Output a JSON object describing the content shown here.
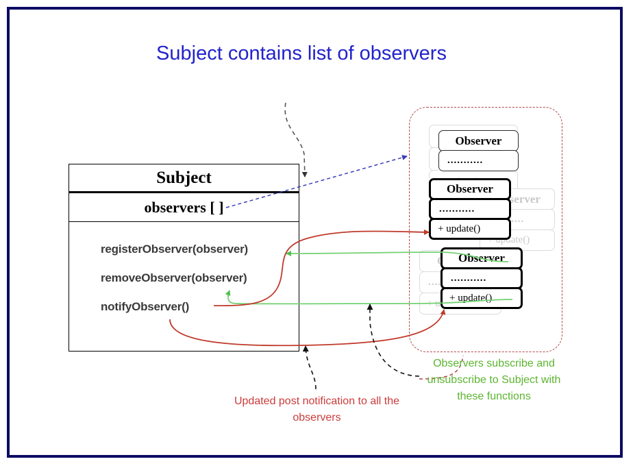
{
  "slide": {
    "title": "Subject contains list of observers",
    "border_color": "#0b0b63",
    "title_color": "#2222cc"
  },
  "subject": {
    "name": "Subject",
    "fields": "observers [ ]",
    "methods": [
      "registerObserver(observer)",
      "removeObserver(observer)",
      "notifyObserver()"
    ]
  },
  "observers": {
    "container_style": "dashed",
    "container_color": "#b14545",
    "cards": [
      {
        "name": "Observer",
        "dots": "...........",
        "update": "+ update()",
        "weight": "faint"
      },
      {
        "name": "Observer",
        "dots": "...........",
        "update": "+ update()",
        "weight": "mid"
      },
      {
        "name": "Observer",
        "dots": "...........",
        "update": "+ update()",
        "weight": "faint"
      },
      {
        "name": "Observer",
        "dots": "...........",
        "update": "+ update()",
        "weight": "bold"
      },
      {
        "name": "Observer",
        "dots": "...........",
        "update": "+ update()",
        "weight": "faint"
      },
      {
        "name": "Observer",
        "dots": "...........",
        "update": "+ update()",
        "weight": "bold"
      }
    ]
  },
  "annotations": {
    "green_note": "Observers subscribe and unsubscribe to Subject with these functions",
    "green_color": "#5cb531",
    "red_note": "Updated post notification to all the observers",
    "red_color": "#cc3b3b",
    "link_blue": "#3b3bbb",
    "link_gray": "#555555"
  }
}
